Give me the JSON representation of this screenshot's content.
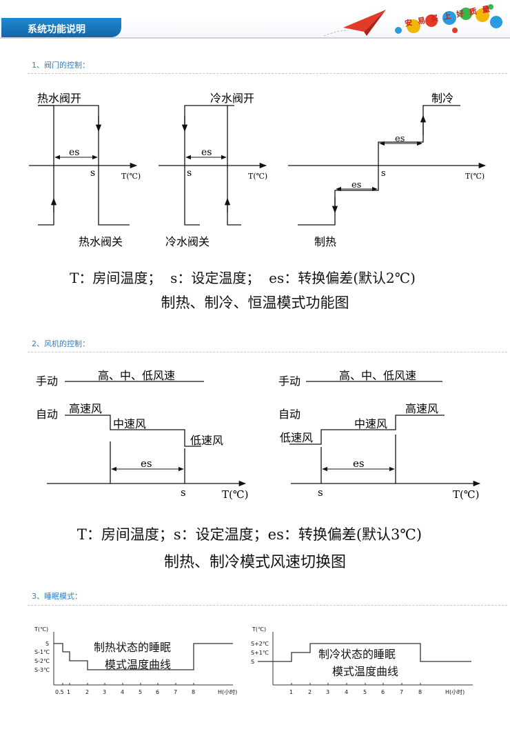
{
  "header": {
    "title": "系统功能说明",
    "slogan": "安易买上好质量"
  },
  "section1": {
    "title": "1、阀门的控制：",
    "hot_open": "热水阀开",
    "hot_close": "热水阀关",
    "cold_open": "冷水阀开",
    "cold_close": "冷水阀关",
    "cooling": "制冷",
    "heating": "制热",
    "es": "es",
    "s": "s",
    "t": "T(℃)",
    "caption1": "T：房间温度；  s：设定温度；  es：转换偏差(默认2℃)",
    "caption2": "制热、制冷、恒温模式功能图"
  },
  "section2": {
    "title": "2、风机的控制：",
    "manual": "手动",
    "manual_speeds": "高、中、低风速",
    "auto": "自动",
    "high": "高速风",
    "mid": "中速风",
    "low": "低速风",
    "es": "es",
    "s": "s",
    "t": "T(℃)",
    "caption1": "T：房间温度；s：设定温度；es：转换偏差(默认3℃)",
    "caption2": "制热、制冷模式风速切换图"
  },
  "section3": {
    "title": "3、睡眠模式：",
    "left": {
      "y_title": "T(℃)",
      "y_ticks": [
        "S",
        "S-1℃",
        "S-2℃",
        "S-3℃"
      ],
      "x_ticks": [
        "0.5",
        "1",
        "2",
        "3",
        "4",
        "5",
        "6",
        "7",
        "8"
      ],
      "x_title": "H(小时)",
      "label_line1": "制热状态的睡眠",
      "label_line2": "模式温度曲线"
    },
    "right": {
      "y_title": "T(℃)",
      "y_ticks": [
        "S+2℃",
        "S+1℃",
        "S"
      ],
      "x_ticks": [
        "1",
        "2",
        "3",
        "4",
        "5",
        "6",
        "7",
        "8"
      ],
      "x_title": "H(小时)",
      "label_line1": "制冷状态的睡眠",
      "label_line2": "模式温度曲线"
    }
  }
}
